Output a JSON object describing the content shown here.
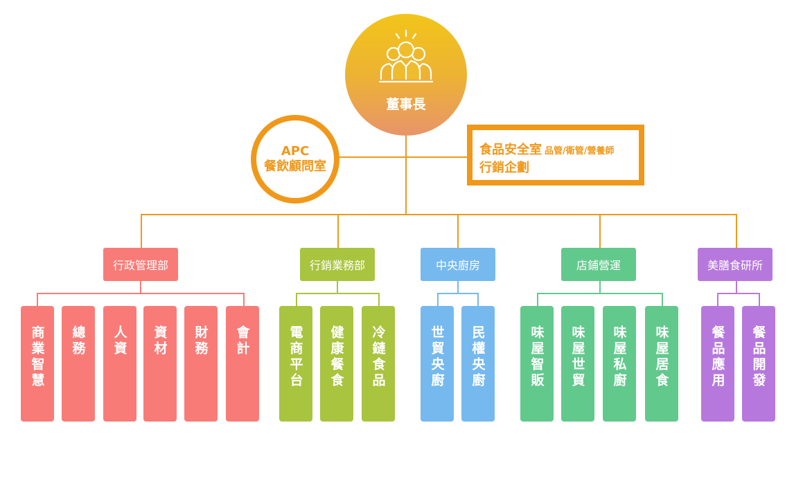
{
  "colors": {
    "orange": "#f0981a",
    "admin": "#f97b78",
    "sales": "#a9c43e",
    "kitchen": "#75b9ef",
    "store": "#62c98c",
    "research": "#b778dd"
  },
  "chairman": {
    "label": "董事長",
    "icon": "people-group-icon"
  },
  "apc": {
    "line1": "APC",
    "line2": "餐飲顧問室"
  },
  "safety": {
    "title": "食品安全室",
    "subtitle": "品管/衛管/營養師",
    "line2": "行銷企劃"
  },
  "departments": [
    {
      "label": "行政管理部",
      "units": [
        "商業智慧",
        "總務",
        "人資",
        "資材",
        "財務",
        "會計"
      ]
    },
    {
      "label": "行銷業務部",
      "units": [
        "電商平台",
        "健康餐食",
        "冷鏈食品"
      ]
    },
    {
      "label": "中央廚房",
      "units": [
        "世貿央廚",
        "民權央廚"
      ]
    },
    {
      "label": "店鋪營運",
      "units": [
        "味屋智販",
        "味屋世貿",
        "味屋私廚",
        "味屋居食"
      ]
    },
    {
      "label": "美膳食研所",
      "units": [
        "餐品應用",
        "餐品開發"
      ]
    }
  ]
}
